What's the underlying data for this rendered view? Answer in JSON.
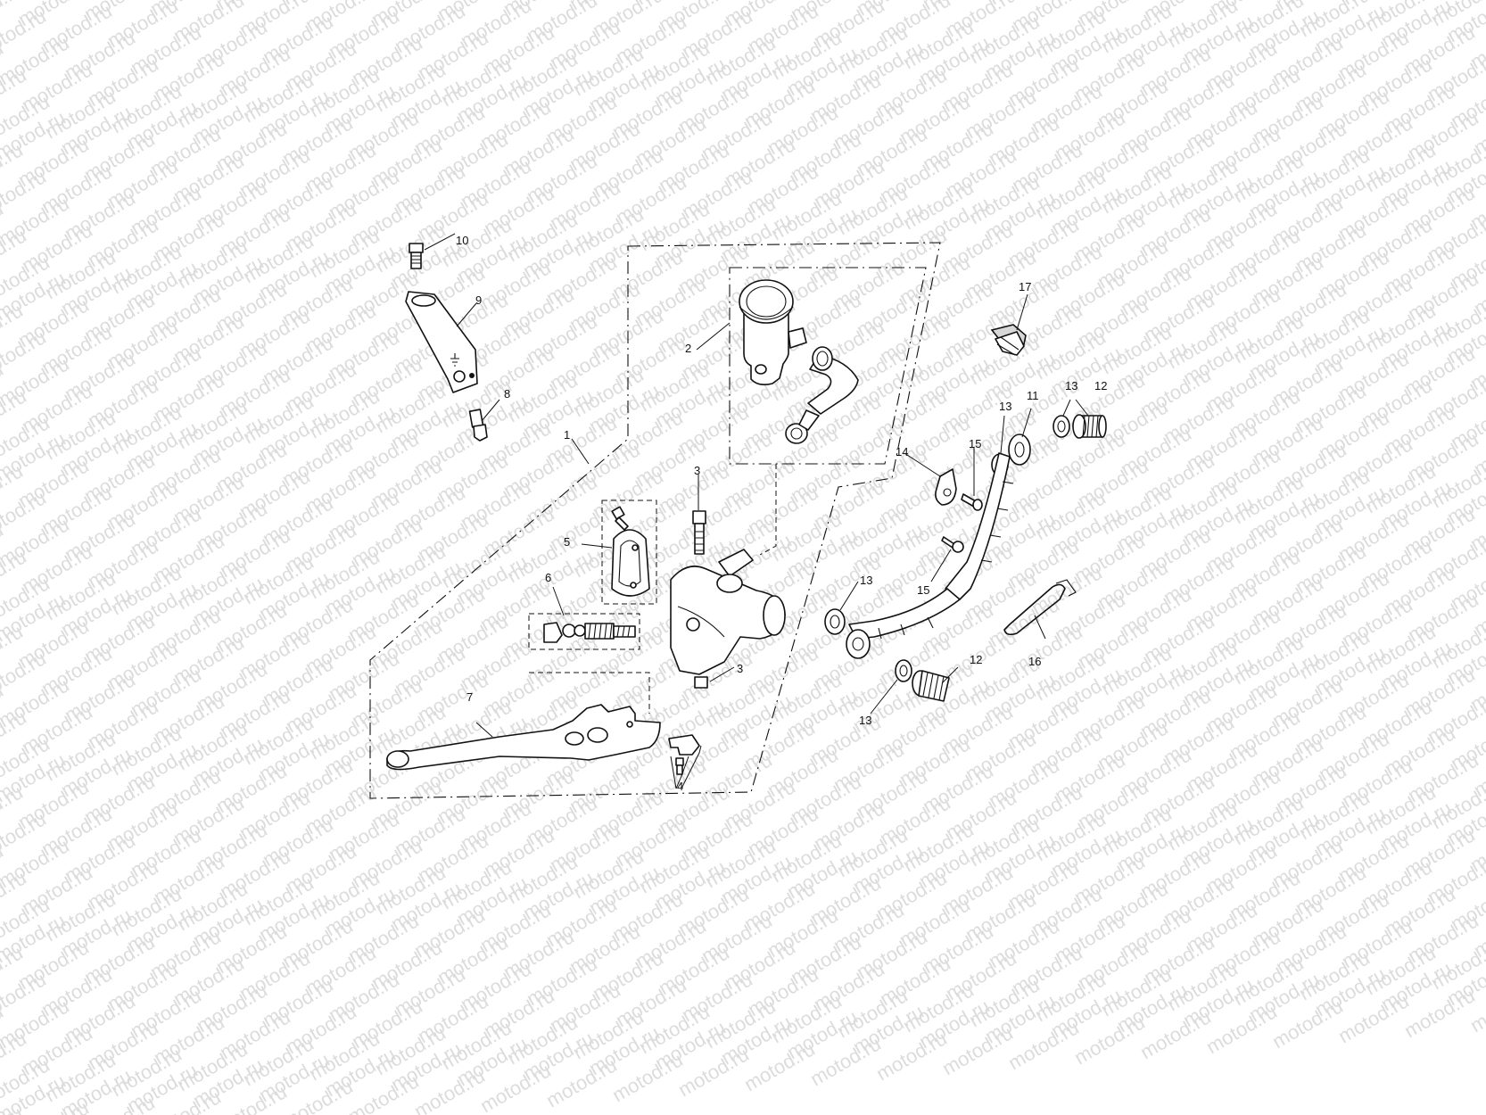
{
  "watermark": {
    "text": "motod.ru"
  },
  "callouts": [
    {
      "id": "c1",
      "text": "1"
    },
    {
      "id": "c2",
      "text": "2"
    },
    {
      "id": "c3a",
      "text": "3"
    },
    {
      "id": "c3b",
      "text": "3"
    },
    {
      "id": "c4",
      "text": "4"
    },
    {
      "id": "c5",
      "text": "5"
    },
    {
      "id": "c6",
      "text": "6"
    },
    {
      "id": "c7",
      "text": "7"
    },
    {
      "id": "c8",
      "text": "8"
    },
    {
      "id": "c9",
      "text": "9"
    },
    {
      "id": "c10",
      "text": "10"
    },
    {
      "id": "c11",
      "text": "11"
    },
    {
      "id": "c12a",
      "text": "12"
    },
    {
      "id": "c12b",
      "text": "12"
    },
    {
      "id": "c13a",
      "text": "13"
    },
    {
      "id": "c13b",
      "text": "13"
    },
    {
      "id": "c13c",
      "text": "13"
    },
    {
      "id": "c13d",
      "text": "13"
    },
    {
      "id": "c14",
      "text": "14"
    },
    {
      "id": "c15a",
      "text": "15"
    },
    {
      "id": "c15b",
      "text": "15"
    },
    {
      "id": "c16",
      "text": "16"
    },
    {
      "id": "c17",
      "text": "17"
    }
  ]
}
